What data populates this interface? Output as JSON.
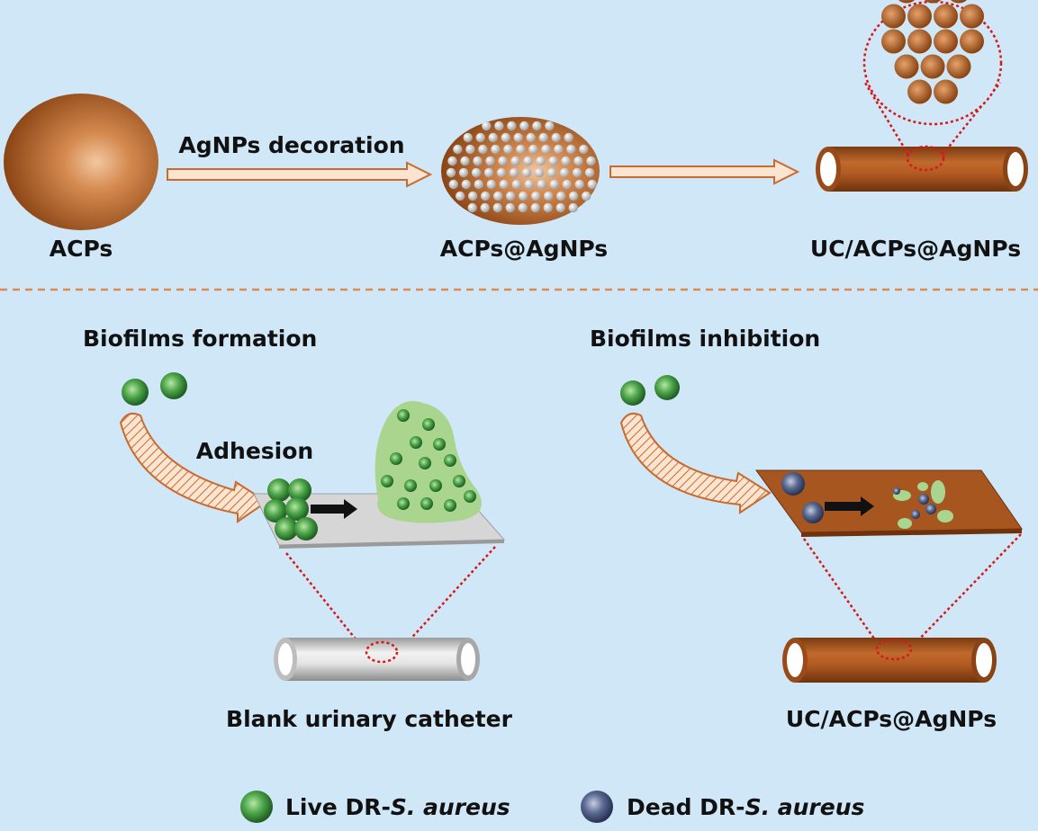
{
  "top": {
    "acps_label": "ACPs",
    "arrow1_label": "AgNPs decoration",
    "acps_agnps_label": "ACPs@AgNPs",
    "uc_label": "UC/ACPs@AgNPs"
  },
  "bottom": {
    "formation_title": "Biofilms formation",
    "adhesion_label": "Adhesion",
    "blank_label": "Blank urinary catheter",
    "inhibition_title": "Biofilms inhibition",
    "uc_label": "UC/ACPs@AgNPs"
  },
  "legend": {
    "live_prefix": "Live DR-",
    "live_species": "S. aureus",
    "dead_prefix": "Dead DR-",
    "dead_species": "S. aureus"
  },
  "colors": {
    "background": "#cfe7f6",
    "brown": "#a8561f",
    "light_brown": "#d07a3a",
    "separator": "#e08a50",
    "zoom_line": "#d81818",
    "live_bacteria": "#3f9a3f",
    "dead_bacteria": "#4b5c86",
    "biofilm": "#a9d58f"
  }
}
